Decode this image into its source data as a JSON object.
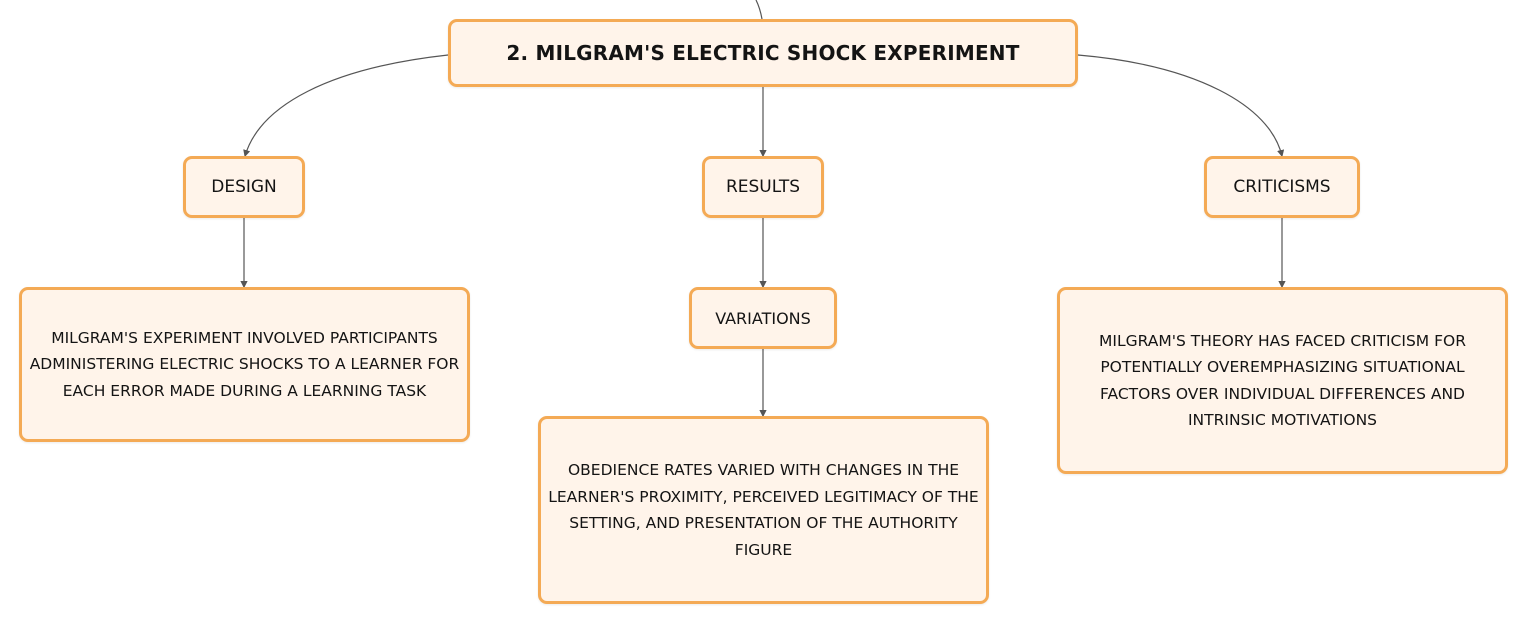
{
  "diagram": {
    "root": {
      "label": "2. MILGRAM'S ELECTRIC SHOCK EXPERIMENT"
    },
    "branches": {
      "design": {
        "label": "DESIGN",
        "detail": "MILGRAM'S EXPERIMENT INVOLVED PARTICIPANTS ADMINISTERING ELECTRIC SHOCKS TO A LEARNER FOR EACH ERROR MADE DURING A LEARNING TASK"
      },
      "results": {
        "label": "RESULTS",
        "sub": {
          "label": "VARIATIONS",
          "detail": "OBEDIENCE RATES VARIED WITH CHANGES IN THE LEARNER'S PROXIMITY, PERCEIVED LEGITIMACY OF THE SETTING, AND PRESENTATION OF THE AUTHORITY FIGURE"
        }
      },
      "criticisms": {
        "label": "CRITICISMS",
        "detail": "MILGRAM'S THEORY HAS FACED CRITICISM FOR POTENTIALLY OVEREMPHASIZING SITUATIONAL FACTORS OVER INDIVIDUAL DIFFERENCES AND INTRINSIC MOTIVATIONS"
      }
    },
    "colors": {
      "node_border": "#f4aa55",
      "node_fill": "#fff4ea",
      "connector": "#555555",
      "text": "#141414"
    }
  }
}
